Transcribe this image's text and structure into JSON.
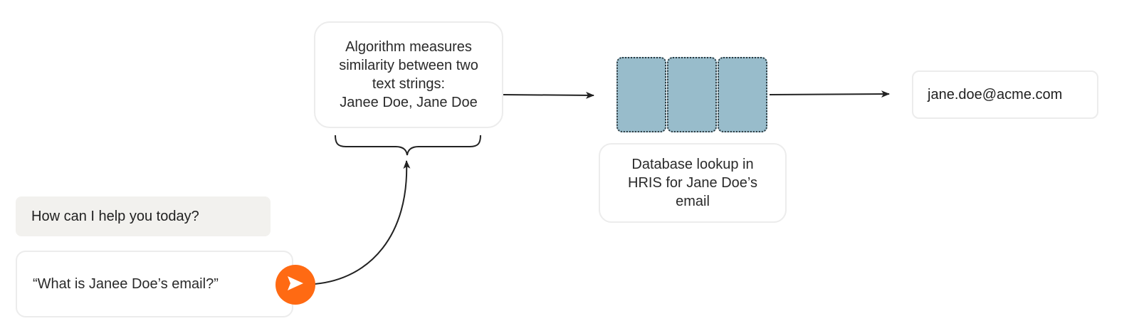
{
  "chat": {
    "prompt_text": "How can I help you today?",
    "query_text": "“What is Janee Doe’s email?”",
    "send_icon": "send-arrow-icon",
    "accent_color": "#ff6a13"
  },
  "algorithm": {
    "text": "Algorithm measures\nsimilarity between two\ntext strings:\nJanee Doe, Jane Doe"
  },
  "database": {
    "caption": "Database lookup in\nHRIS for Jane Doe’s\nemail",
    "cell_color": "#98bccb"
  },
  "result": {
    "email": "jane.doe@acme.com"
  }
}
